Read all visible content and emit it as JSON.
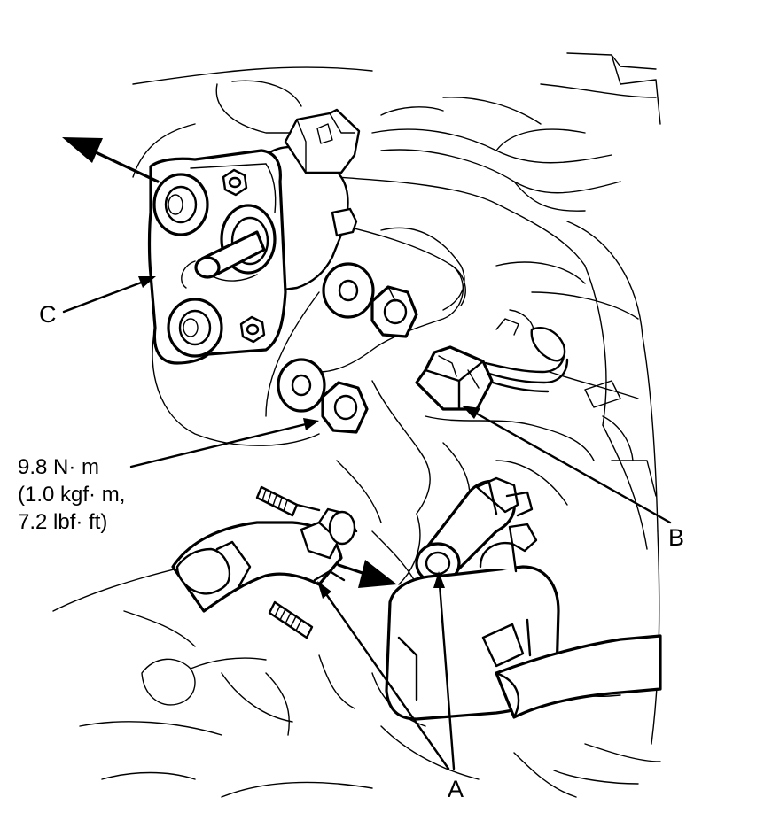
{
  "labels": {
    "a": "A",
    "b": "B",
    "c": "C"
  },
  "torque": {
    "line1": "9.8 N· m",
    "line2": "(1.0 kgf· m,",
    "line3": "7.2 lbf· ft)"
  }
}
